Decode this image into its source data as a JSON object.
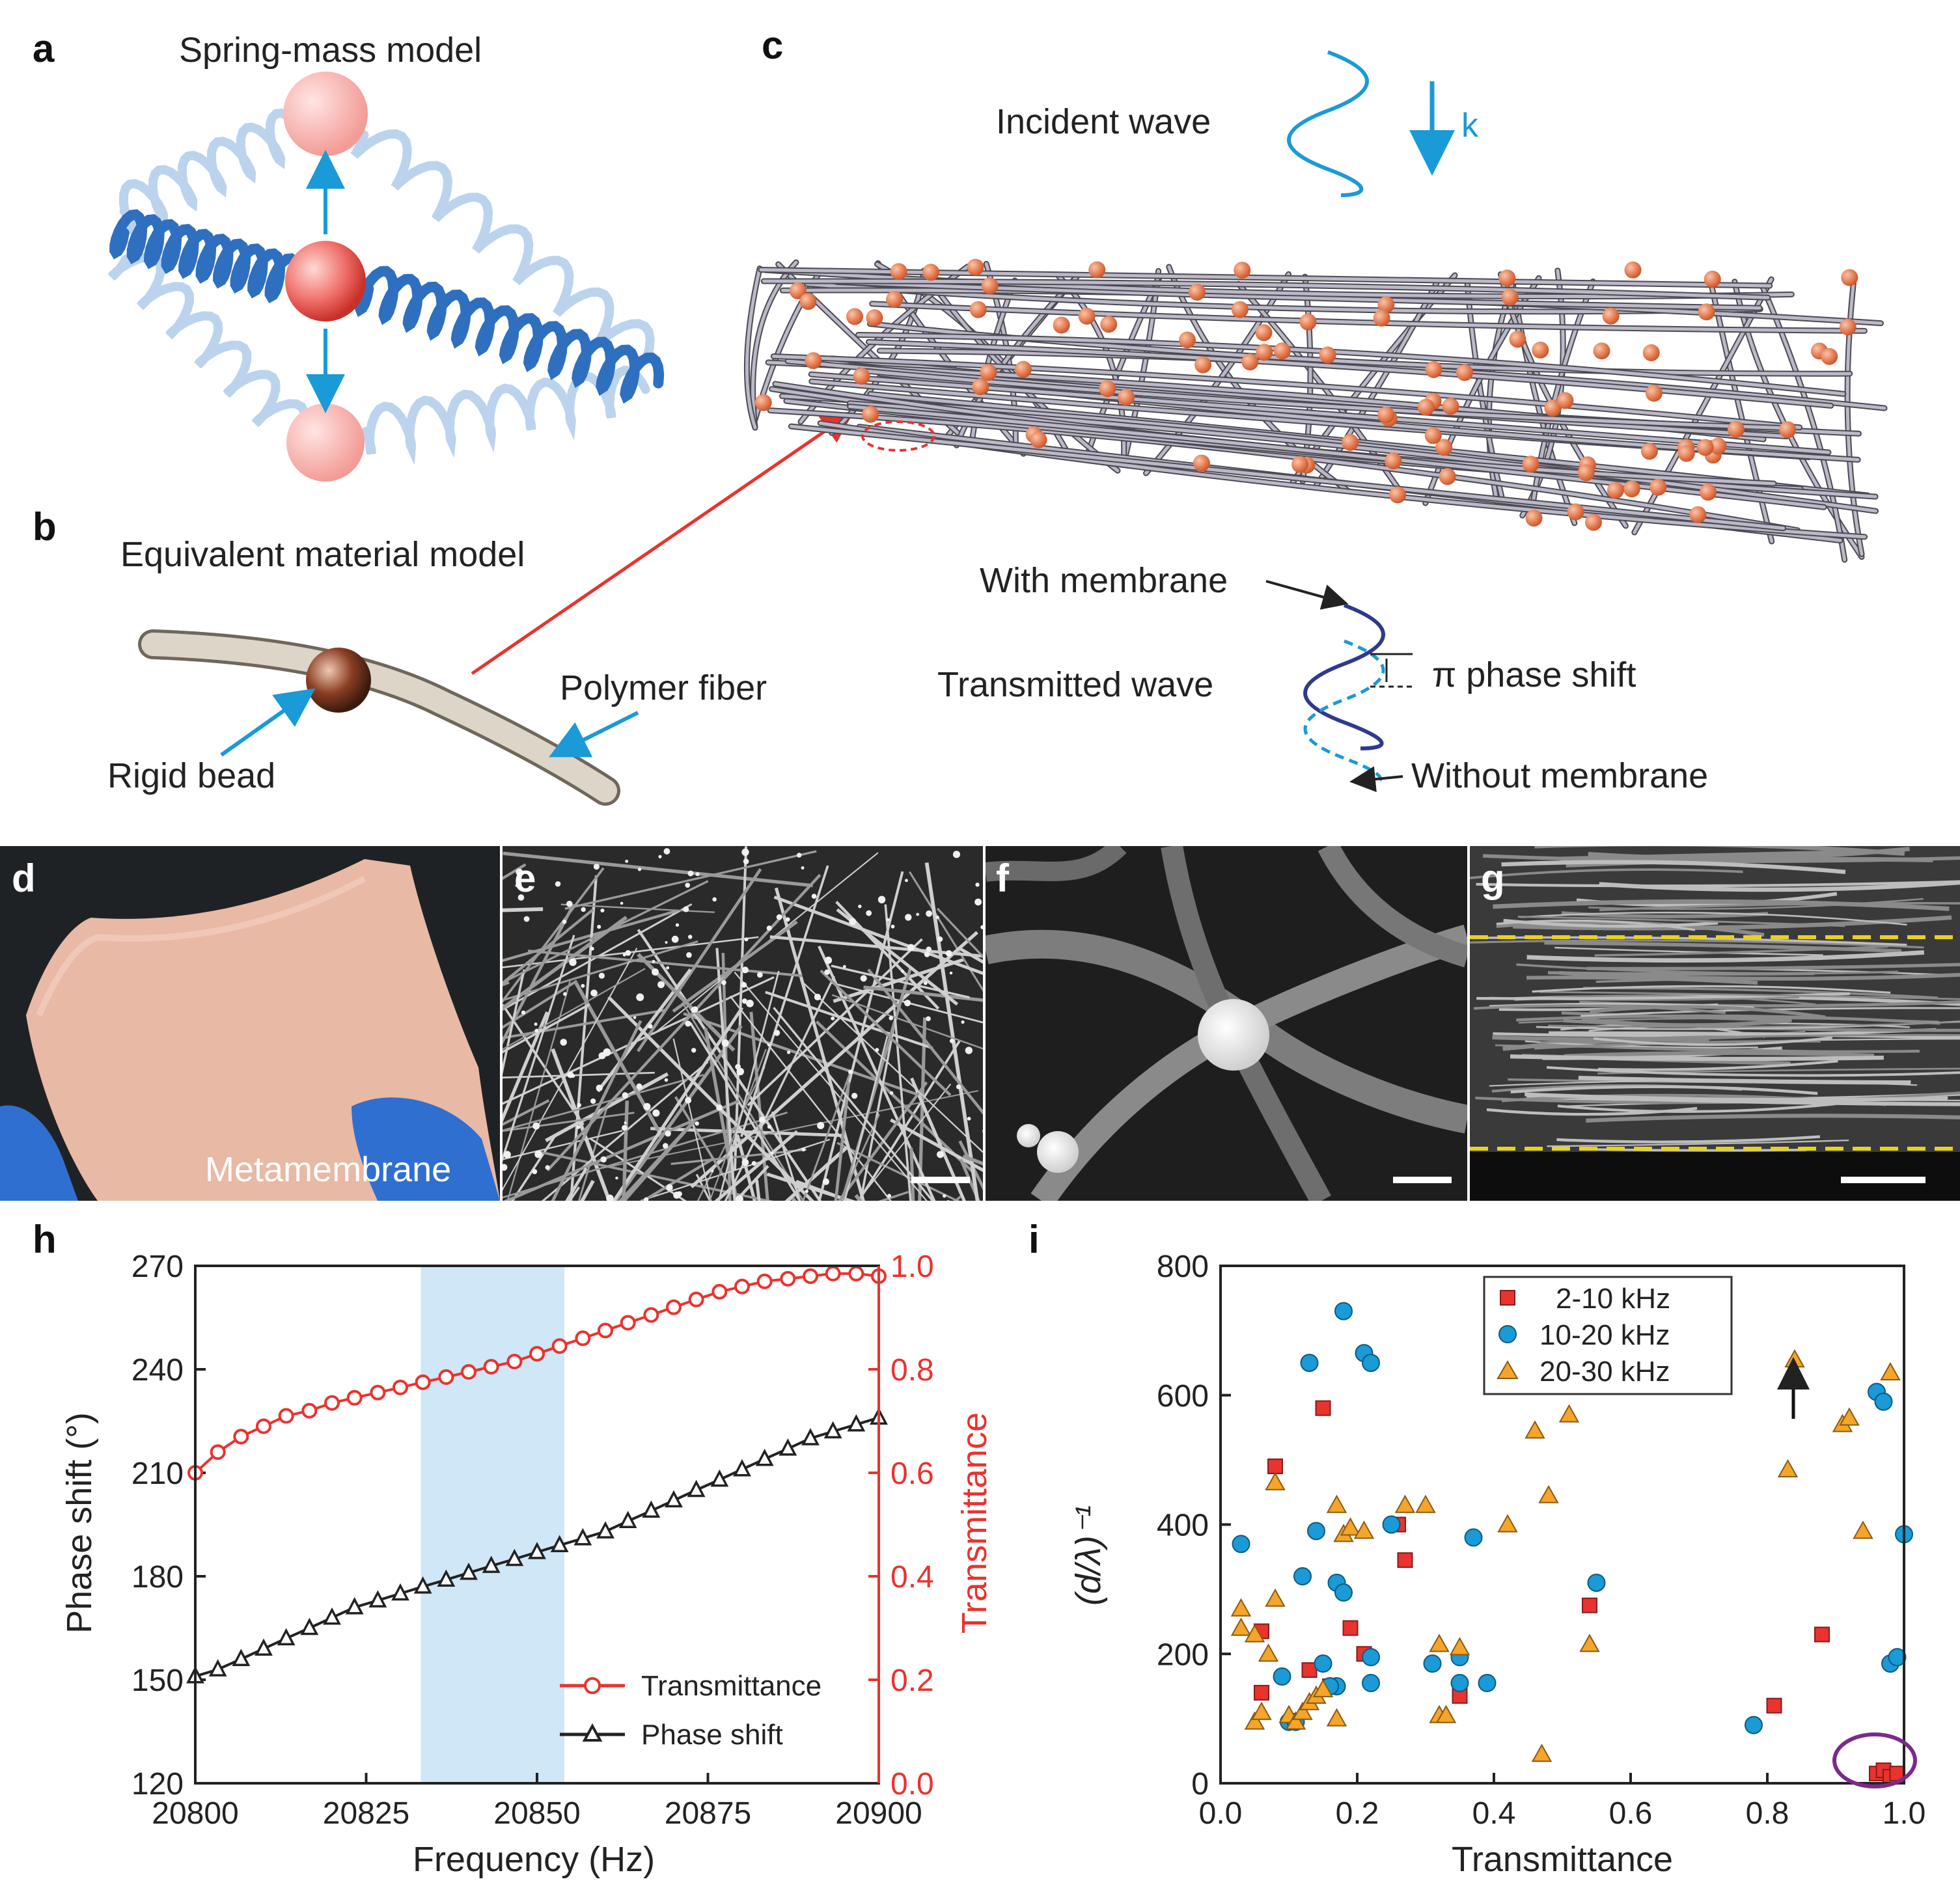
{
  "panels": {
    "a": {
      "label": "a",
      "title": "Spring-mass model"
    },
    "b": {
      "label": "b",
      "title": "Equivalent material model",
      "rigid_bead": "Rigid bead",
      "polymer_fiber": "Polymer fiber"
    },
    "c": {
      "label": "c",
      "incident_wave": "Incident wave",
      "k": "k",
      "with_membrane": "With membrane",
      "transmitted_wave": "Transmitted wave",
      "phase_shift": "π phase shift",
      "without_membrane": "Without membrane"
    },
    "d": {
      "label": "d",
      "caption": "Metamembrane"
    },
    "e": {
      "label": "e"
    },
    "f": {
      "label": "f"
    },
    "g": {
      "label": "g"
    },
    "h": {
      "label": "h"
    },
    "i": {
      "label": "i"
    }
  },
  "colors": {
    "red": "#e8332f",
    "cyan": "#1a9ad6",
    "spring": "#2f6fbf",
    "band": "#cfe7f6",
    "orange": "#f4a52a",
    "purple": "#7a2a8c"
  },
  "chart_data": [
    {
      "id": "h",
      "type": "line",
      "xlabel": "Frequency (Hz)",
      "ylabel_left": "Phase shift (°)",
      "ylabel_right": "Transmittance",
      "xlim": [
        20800,
        20900
      ],
      "ylim_left": [
        120,
        270
      ],
      "ylim_right": [
        0.0,
        1.0
      ],
      "xticks": [
        "20800",
        "20825",
        "20850",
        "20875",
        "20900"
      ],
      "yticks_left": [
        "120",
        "150",
        "180",
        "210",
        "240",
        "270"
      ],
      "yticks_right": [
        "0.0",
        "0.2",
        "0.4",
        "0.6",
        "0.8",
        "1.0"
      ],
      "shaded_band": [
        20833,
        20854
      ],
      "x": [
        20800,
        20803.3,
        20806.7,
        20810,
        20813.3,
        20816.7,
        20820,
        20823.3,
        20826.7,
        20830,
        20833.3,
        20836.7,
        20840,
        20843.3,
        20846.7,
        20850,
        20853.3,
        20856.7,
        20860,
        20863.3,
        20866.7,
        20870,
        20873.3,
        20876.7,
        20880,
        20883.3,
        20886.7,
        20890,
        20893.3,
        20896.7,
        20900
      ],
      "series": [
        {
          "name": "Transmittance",
          "axis": "right",
          "values": [
            0.6,
            0.64,
            0.67,
            0.69,
            0.71,
            0.72,
            0.735,
            0.745,
            0.755,
            0.765,
            0.775,
            0.785,
            0.795,
            0.805,
            0.815,
            0.83,
            0.845,
            0.86,
            0.875,
            0.89,
            0.905,
            0.92,
            0.935,
            0.95,
            0.96,
            0.97,
            0.975,
            0.98,
            0.985,
            0.985,
            0.98
          ]
        },
        {
          "name": "Phase shift",
          "axis": "left",
          "values": [
            151,
            153,
            156,
            159,
            162,
            165,
            168,
            171,
            173,
            175,
            177,
            179,
            181,
            183,
            185,
            187,
            189,
            191,
            193,
            196,
            199,
            202,
            205,
            208,
            211,
            214,
            217,
            220,
            222,
            224,
            226
          ]
        }
      ]
    },
    {
      "id": "i",
      "type": "scatter",
      "xlabel": "Transmittance",
      "ylabel": "(d/λ)⁻¹",
      "xlim": [
        0.0,
        1.0
      ],
      "ylim": [
        0,
        800
      ],
      "xticks": [
        "0.0",
        "0.2",
        "0.4",
        "0.6",
        "0.8",
        "1.0"
      ],
      "yticks": [
        "0",
        "200",
        "400",
        "600",
        "800"
      ],
      "legend_position": "top-center",
      "series": [
        {
          "name": "2-10 kHz",
          "marker": "square",
          "points": [
            [
              0.06,
              235
            ],
            [
              0.08,
              490
            ],
            [
              0.06,
              140
            ],
            [
              0.13,
              175
            ],
            [
              0.15,
              580
            ],
            [
              0.16,
              150
            ],
            [
              0.19,
              240
            ],
            [
              0.21,
              200
            ],
            [
              0.26,
              400
            ],
            [
              0.27,
              345
            ],
            [
              0.35,
              135
            ],
            [
              0.54,
              275
            ],
            [
              0.81,
              120
            ],
            [
              0.88,
              230
            ],
            [
              0.96,
              15
            ],
            [
              0.97,
              20
            ],
            [
              0.98,
              10
            ],
            [
              0.99,
              15
            ]
          ]
        },
        {
          "name": "10-20 kHz",
          "marker": "circle",
          "points": [
            [
              0.03,
              370
            ],
            [
              0.09,
              165
            ],
            [
              0.1,
              95
            ],
            [
              0.11,
              95
            ],
            [
              0.12,
              320
            ],
            [
              0.13,
              650
            ],
            [
              0.14,
              390
            ],
            [
              0.15,
              185
            ],
            [
              0.17,
              310
            ],
            [
              0.18,
              730
            ],
            [
              0.18,
              295
            ],
            [
              0.17,
              150
            ],
            [
              0.16,
              150
            ],
            [
              0.21,
              665
            ],
            [
              0.22,
              650
            ],
            [
              0.22,
              155
            ],
            [
              0.22,
              195
            ],
            [
              0.25,
              400
            ],
            [
              0.31,
              185
            ],
            [
              0.35,
              195
            ],
            [
              0.35,
              155
            ],
            [
              0.37,
              380
            ],
            [
              0.39,
              155
            ],
            [
              0.55,
              310
            ],
            [
              0.78,
              90
            ],
            [
              0.96,
              605
            ],
            [
              0.97,
              590
            ],
            [
              0.98,
              185
            ],
            [
              0.99,
              195
            ],
            [
              1.0,
              385
            ]
          ]
        },
        {
          "name": "20-30 kHz",
          "marker": "triangle",
          "points": [
            [
              0.03,
              270
            ],
            [
              0.03,
              240
            ],
            [
              0.05,
              230
            ],
            [
              0.05,
              95
            ],
            [
              0.06,
              110
            ],
            [
              0.07,
              200
            ],
            [
              0.08,
              465
            ],
            [
              0.08,
              285
            ],
            [
              0.1,
              105
            ],
            [
              0.11,
              95
            ],
            [
              0.12,
              110
            ],
            [
              0.13,
              125
            ],
            [
              0.14,
              135
            ],
            [
              0.15,
              145
            ],
            [
              0.17,
              430
            ],
            [
              0.17,
              100
            ],
            [
              0.18,
              385
            ],
            [
              0.19,
              395
            ],
            [
              0.21,
              390
            ],
            [
              0.27,
              430
            ],
            [
              0.3,
              430
            ],
            [
              0.32,
              215
            ],
            [
              0.32,
              105
            ],
            [
              0.33,
              105
            ],
            [
              0.35,
              210
            ],
            [
              0.42,
              400
            ],
            [
              0.46,
              545
            ],
            [
              0.47,
              45
            ],
            [
              0.48,
              445
            ],
            [
              0.51,
              570
            ],
            [
              0.54,
              215
            ],
            [
              0.83,
              485
            ],
            [
              0.84,
              655
            ],
            [
              0.91,
              555
            ],
            [
              0.92,
              565
            ],
            [
              0.94,
              390
            ],
            [
              0.98,
              635
            ]
          ]
        }
      ]
    }
  ]
}
